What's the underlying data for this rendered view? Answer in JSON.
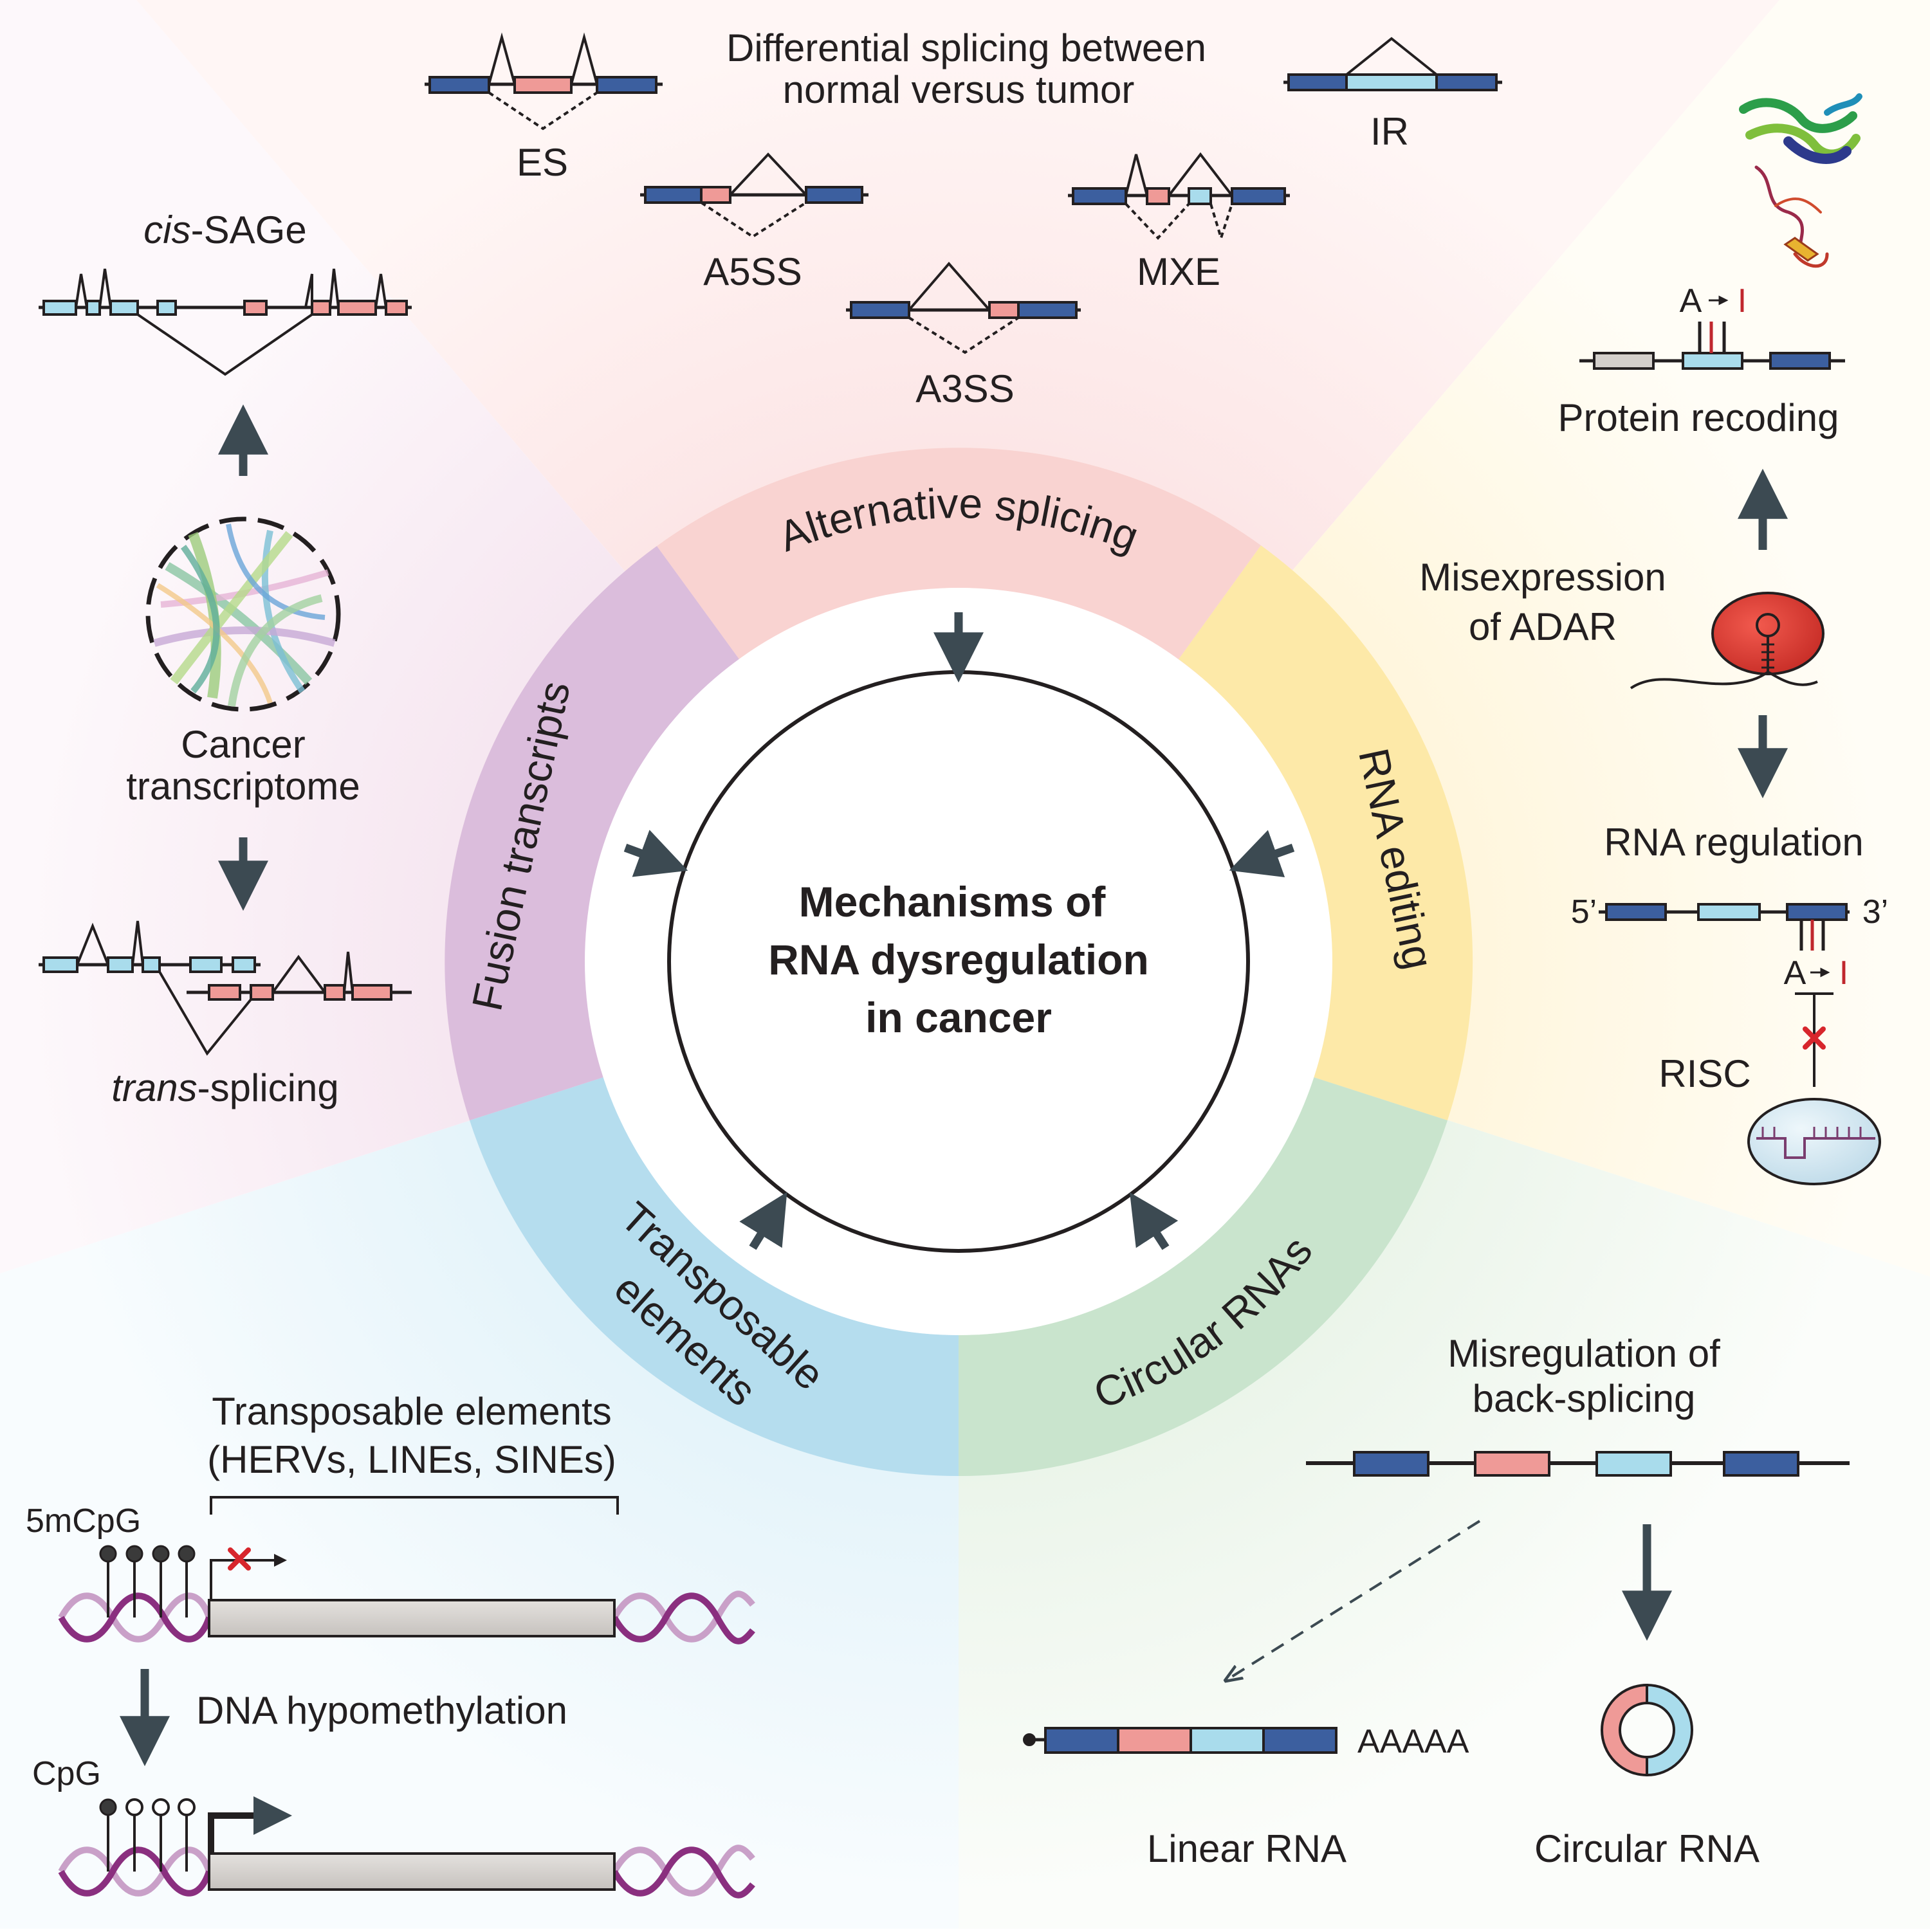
{
  "center": {
    "line1": "Mechanisms of",
    "line2": "RNA dysregulation",
    "line3": "in cancer"
  },
  "ring": {
    "alternative_splicing": "Alternative splicing",
    "rna_editing": "RNA editing",
    "circular_rnas": "Circular RNAs",
    "transposable_elements_line1": "Transposable",
    "transposable_elements_line2": "elements",
    "fusion_transcripts": "Fusion transcripts"
  },
  "colors": {
    "splicing": "#f9d3d1",
    "editing": "#fde9a8",
    "circular": "#c9e4cd",
    "transposable": "#b5ddee",
    "fusion": "#dbbddc",
    "dark_exon": "#3c5f9f",
    "light_exon": "#a9dcec",
    "pink_exon": "#ef9a97",
    "arrow": "#3c4a52"
  },
  "splicing": {
    "header_line1": "Differential splicing between",
    "header_line2": "normal versus tumor",
    "es": "ES",
    "ir": "IR",
    "a5ss": "A5SS",
    "mxe": "MXE",
    "a3ss": "A3SS"
  },
  "fusion": {
    "cis_italic": "cis",
    "cis_rest": "-SAGe",
    "cancer_line1": "Cancer",
    "cancer_line2": "transcriptome",
    "trans_italic": "trans",
    "trans_rest": "-splicing"
  },
  "editing": {
    "a_to_i_a": "A",
    "a_to_i_i": "I",
    "protein_recoding": "Protein recoding",
    "misexpression_line1": "Misexpression",
    "misexpression_line2": "of ADAR",
    "rna_regulation": "RNA regulation",
    "five_prime": "5’",
    "three_prime": "3’",
    "risc": "RISC"
  },
  "transposable": {
    "title_line1": "Transposable elements",
    "title_line2": "(HERVs, LINEs, SINEs)",
    "methylated": "5mCpG",
    "hypomethylation": "DNA hypomethylation",
    "unmethylated": "CpG"
  },
  "circular": {
    "title_line1": "Misregulation of",
    "title_line2": "back-splicing",
    "poly_a": "AAAAA",
    "linear_rna": "Linear RNA",
    "circular_rna": "Circular RNA"
  }
}
